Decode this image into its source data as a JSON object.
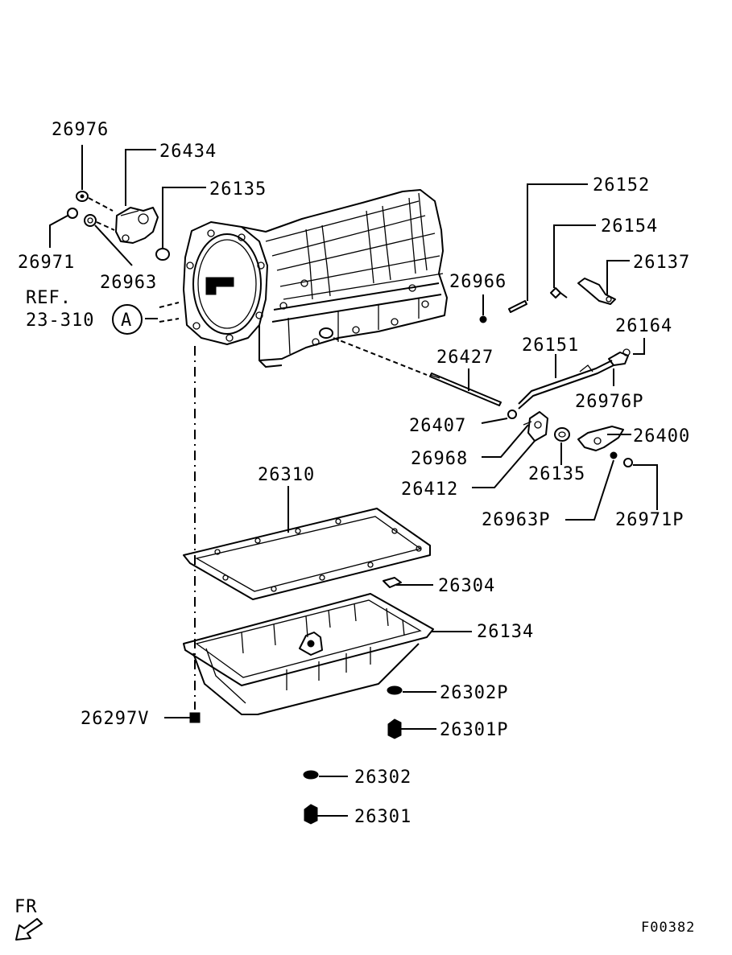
{
  "diagram_code": "F00382",
  "orientation_label": "FR",
  "reference": {
    "line1": "REF.",
    "line2": "23-310",
    "circle": "A"
  },
  "parts": {
    "p26976": "26976",
    "p26434": "26434",
    "p26135_top": "26135",
    "p26971": "26971",
    "p26963": "26963",
    "p26152": "26152",
    "p26154": "26154",
    "p26137": "26137",
    "p26966": "26966",
    "p26164": "26164",
    "p26427": "26427",
    "p26151": "26151",
    "p26976P": "26976P",
    "p26407": "26407",
    "p26400": "26400",
    "p26968": "26968",
    "p26135_mid": "26135",
    "p26412": "26412",
    "p26963P": "26963P",
    "p26971P": "26971P",
    "p26310": "26310",
    "p26304": "26304",
    "p26134": "26134",
    "p26302P": "26302P",
    "p26297V": "26297V",
    "p26301P": "26301P",
    "p26302": "26302",
    "p26301": "26301"
  }
}
